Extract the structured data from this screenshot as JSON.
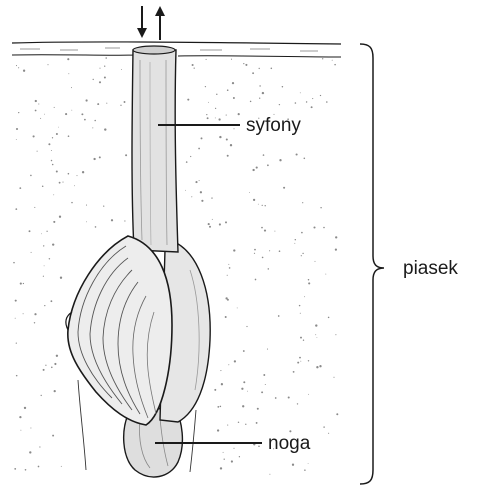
{
  "labels": {
    "siphons": "syfony",
    "foot": "noga",
    "sand": "piasek"
  },
  "colors": {
    "ink": "#1a1a1a",
    "sand_speckle": "#8a8a8a",
    "shell_fill": "#ededed",
    "siphon_fill": "#e2e2e2",
    "foot_fill": "#dedede"
  },
  "icons": {
    "inflow": "arrow-down-icon",
    "outflow": "arrow-up-icon"
  }
}
